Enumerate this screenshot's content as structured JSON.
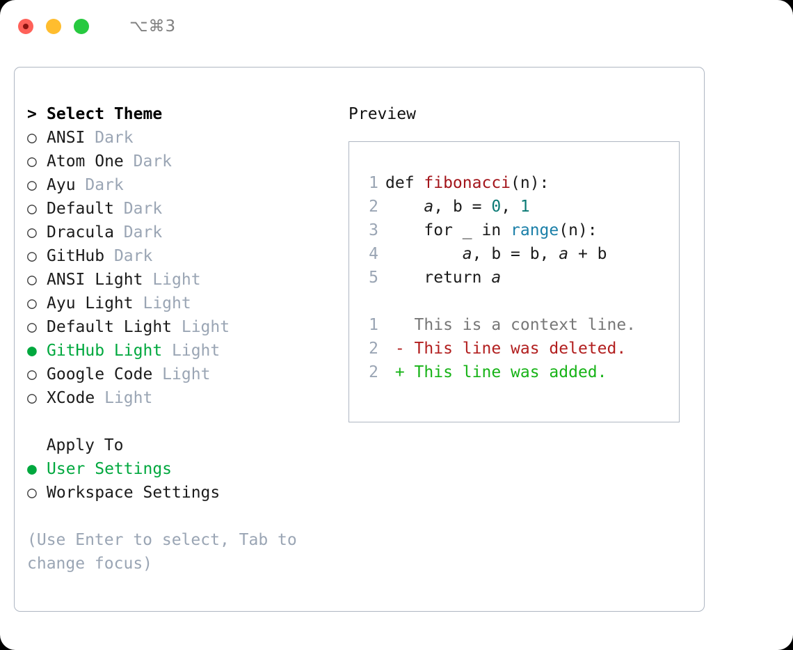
{
  "titlebar": {
    "shortcut": "⌥⌘3",
    "buttons": [
      {
        "name": "close",
        "color": "#ff6159"
      },
      {
        "name": "minimize",
        "color": "#ffbd2e"
      },
      {
        "name": "maximize",
        "color": "#27c93f"
      }
    ]
  },
  "theme_picker": {
    "header_prefix": "> ",
    "header": "Select Theme",
    "bullet_selected": "●",
    "bullet_unselected": "○",
    "items": [
      {
        "bullet": "○",
        "name": "ANSI",
        "suffix": "Dark",
        "selected": false
      },
      {
        "bullet": "○",
        "name": "Atom One",
        "suffix": "Dark",
        "selected": false
      },
      {
        "bullet": "○",
        "name": "Ayu",
        "suffix": "Dark",
        "selected": false
      },
      {
        "bullet": "○",
        "name": "Default",
        "suffix": "Dark",
        "selected": false
      },
      {
        "bullet": "○",
        "name": "Dracula",
        "suffix": "Dark",
        "selected": false
      },
      {
        "bullet": "○",
        "name": "GitHub",
        "suffix": "Dark",
        "selected": false
      },
      {
        "bullet": "○",
        "name": "ANSI Light",
        "suffix": "Light",
        "selected": false
      },
      {
        "bullet": "○",
        "name": "Ayu Light",
        "suffix": "Light",
        "selected": false
      },
      {
        "bullet": "○",
        "name": "Default Light",
        "suffix": "Light",
        "selected": false
      },
      {
        "bullet": "●",
        "name": "GitHub Light",
        "suffix": "Light",
        "selected": true
      },
      {
        "bullet": "○",
        "name": "Google Code",
        "suffix": "Light",
        "selected": false
      },
      {
        "bullet": "○",
        "name": "XCode",
        "suffix": "Light",
        "selected": false
      }
    ]
  },
  "apply_to": {
    "header": "  Apply To",
    "items": [
      {
        "bullet": "●",
        "label": "User Settings",
        "selected": true
      },
      {
        "bullet": "○",
        "label": "Workspace Settings",
        "selected": false
      }
    ]
  },
  "hint": "(Use Enter to select, Tab to change focus)",
  "preview": {
    "title": "Preview",
    "code": [
      {
        "ln": "1",
        "tokens": [
          {
            "t": "def ",
            "c": "kw"
          },
          {
            "t": "fibonacci",
            "c": "fn"
          },
          {
            "t": "(n):",
            "c": "kw"
          }
        ]
      },
      {
        "ln": "2",
        "tokens": [
          {
            "t": "    ",
            "c": "kw"
          },
          {
            "t": "a",
            "c": "var"
          },
          {
            "t": ", ",
            "c": "kw"
          },
          {
            "t": "b",
            "c": "kw"
          },
          {
            "t": " = ",
            "c": "kw"
          },
          {
            "t": "0",
            "c": "num"
          },
          {
            "t": ", ",
            "c": "kw"
          },
          {
            "t": "1",
            "c": "num"
          }
        ]
      },
      {
        "ln": "3",
        "tokens": [
          {
            "t": "    for _ in ",
            "c": "kw"
          },
          {
            "t": "range",
            "c": "bi"
          },
          {
            "t": "(n):",
            "c": "kw"
          }
        ]
      },
      {
        "ln": "4",
        "tokens": [
          {
            "t": "        ",
            "c": "kw"
          },
          {
            "t": "a",
            "c": "var"
          },
          {
            "t": ", b = b, ",
            "c": "kw"
          },
          {
            "t": "a",
            "c": "var"
          },
          {
            "t": " + b",
            "c": "kw"
          }
        ]
      },
      {
        "ln": "5",
        "tokens": [
          {
            "t": "    return ",
            "c": "kw"
          },
          {
            "t": "a",
            "c": "var"
          }
        ]
      }
    ],
    "diff": [
      {
        "ln": "1",
        "marker": "  ",
        "text": "This is a context line.",
        "kind": "ctx"
      },
      {
        "ln": "2",
        "marker": "- ",
        "text": "This line was deleted.",
        "kind": "del"
      },
      {
        "ln": "2",
        "marker": "+ ",
        "text": "This line was added.",
        "kind": "add"
      }
    ]
  },
  "colors": {
    "selected_green": "#00a83e",
    "muted": "#9aa5b4",
    "border": "#aeb6c2",
    "fn_red": "#a3151b",
    "builtin_blue": "#1a7fa8",
    "number_teal": "#0b7a75",
    "diff_del": "#b21f1f",
    "diff_add": "#17b317"
  }
}
